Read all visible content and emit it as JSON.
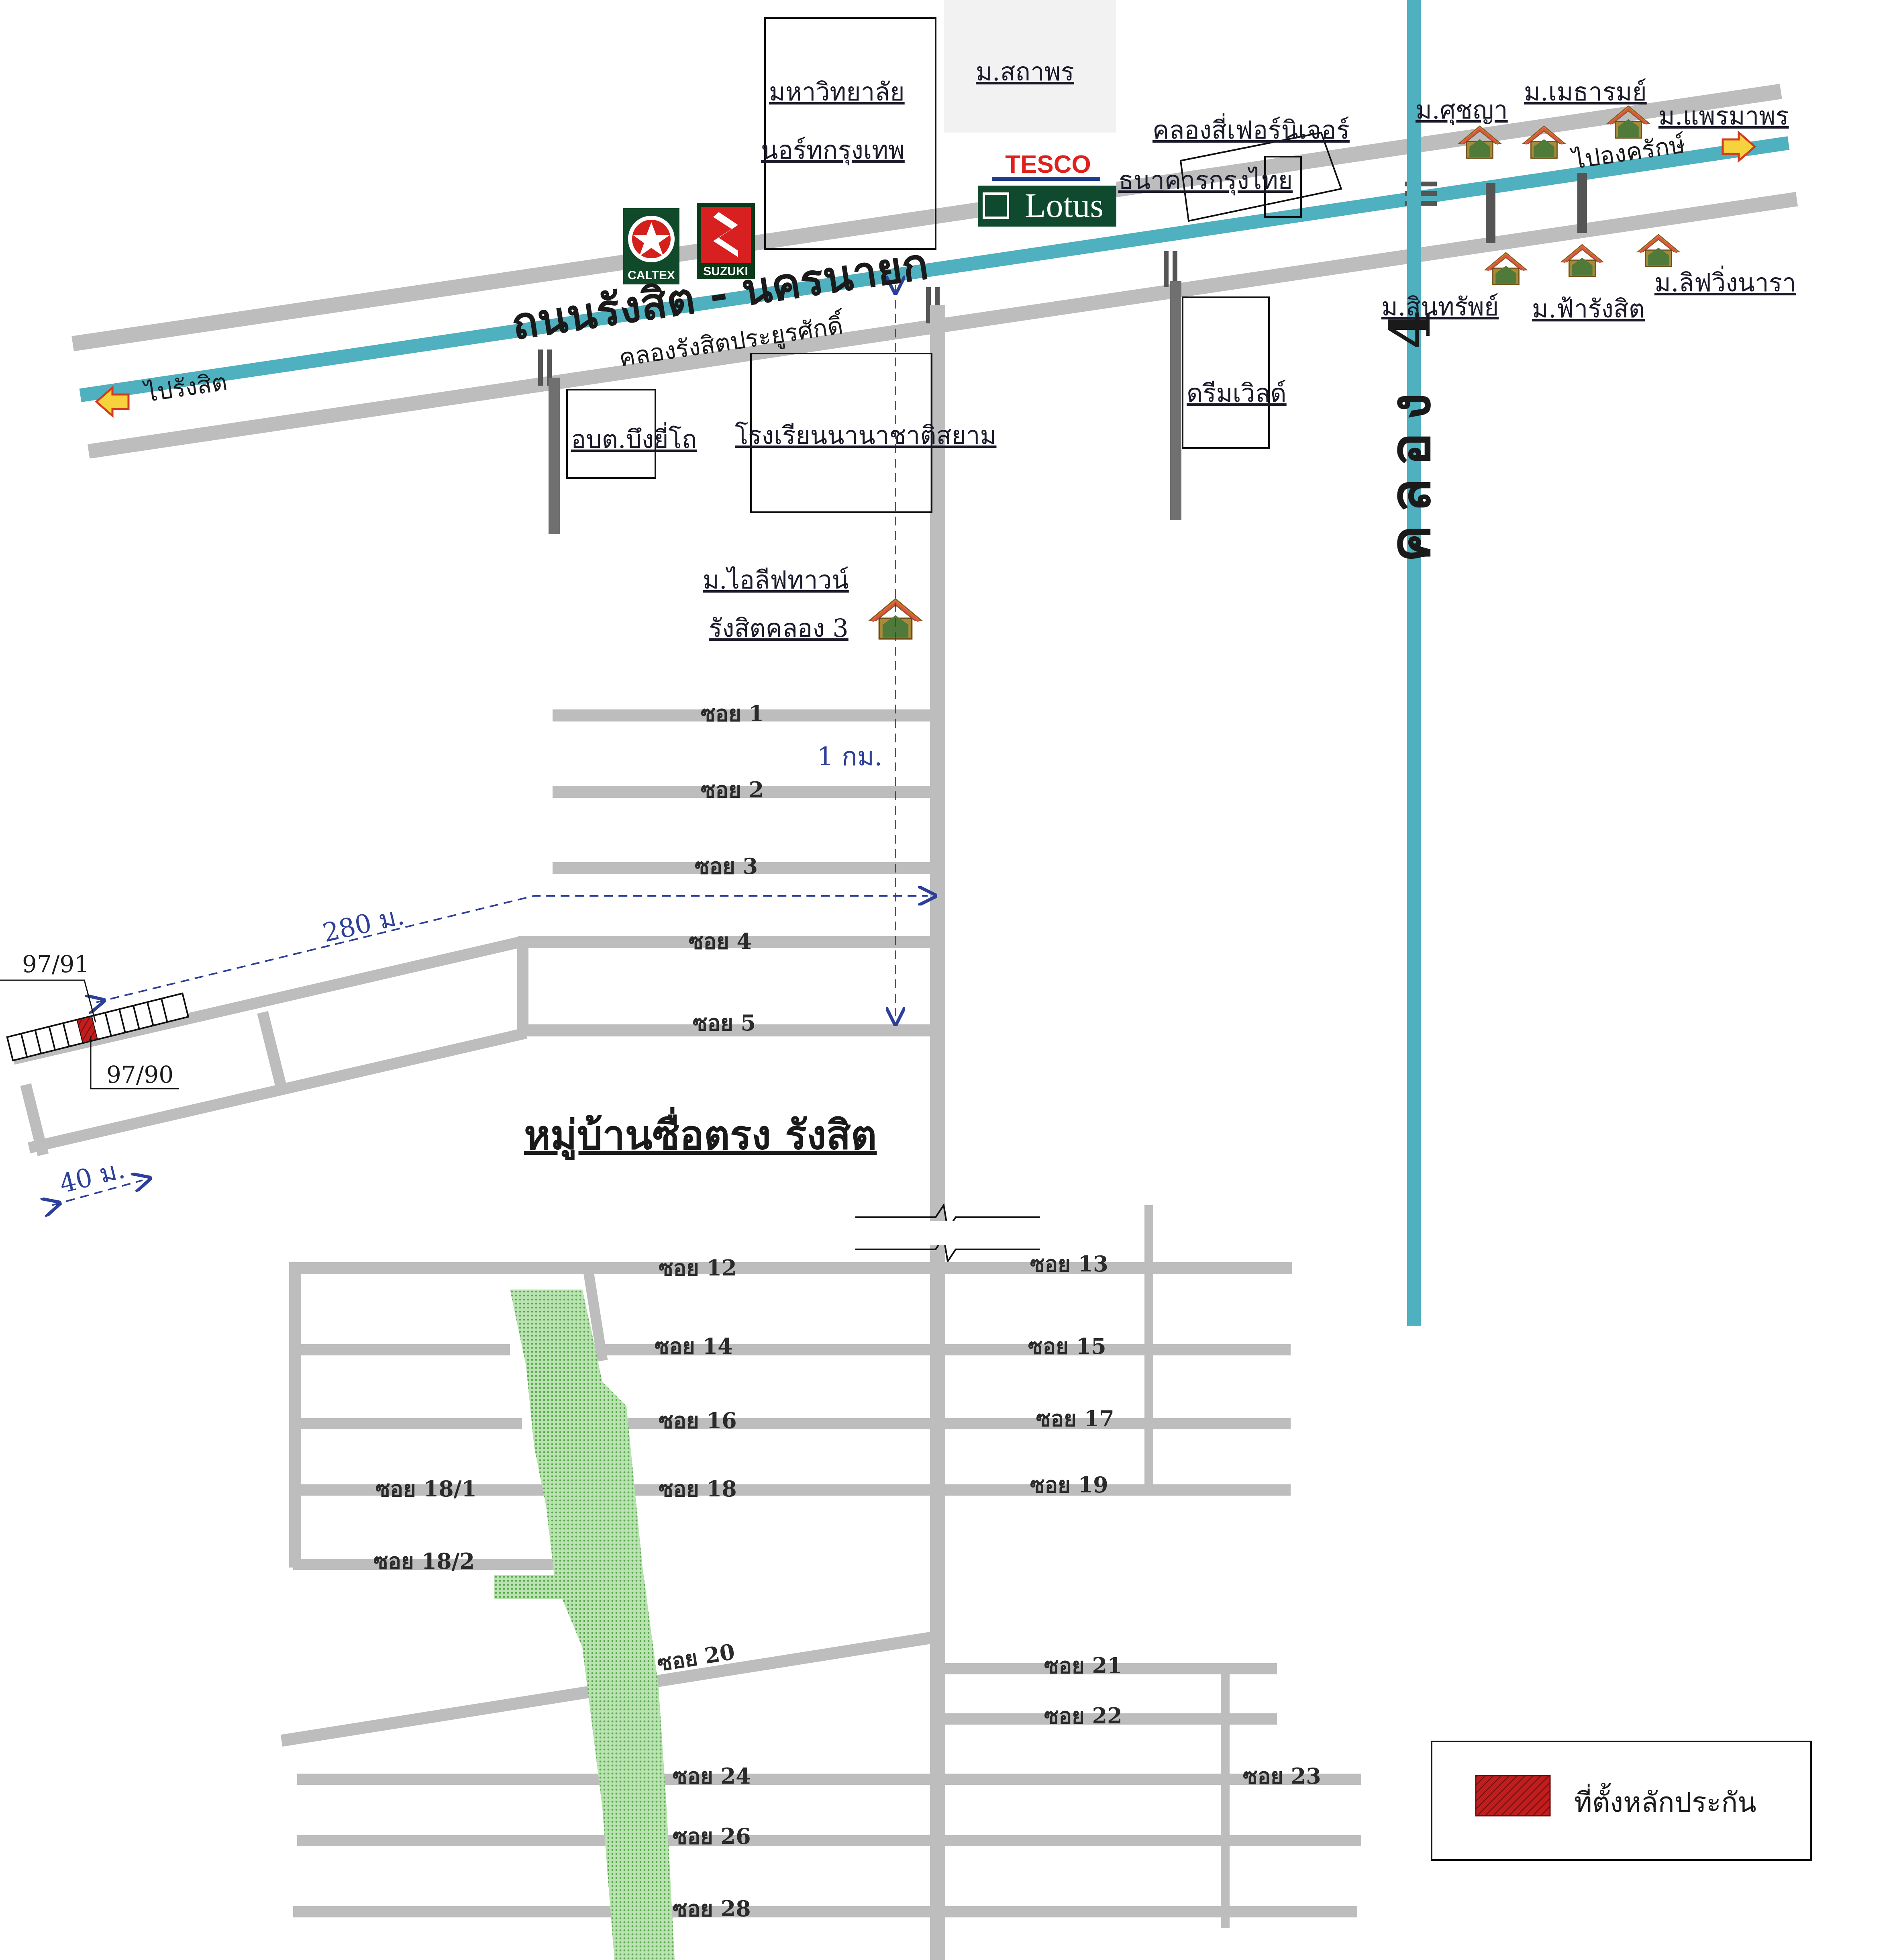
{
  "main_road": {
    "label": "ถนนรังสิต - นครนายก"
  },
  "canal": {
    "label": "คลองรังสิตประยูรศักดิ์"
  },
  "khlong4": {
    "label": "คลอง 4"
  },
  "directions": {
    "west": "ไปรังสิต",
    "east": "ไปองครักษ์"
  },
  "places": {
    "university_line1": "มหาวิทยาลัย",
    "university_line2": "นอร์ทกรุงเทพ",
    "sathaporn": "ม.สถาพร",
    "tesco": "TESCO",
    "lotus": "Lotus",
    "furniture": "คลองสี่เฟอร์นิเจอร์",
    "krungthai": "ธนาคารกรุงไทย",
    "obt": "อบต.บึงยี่โถ",
    "school": "โรงเรียนนานาชาติสยาม",
    "dreamworld": "ดรีมเวิลด์",
    "ilife_line1": "ม.ไอลีฟทาวน์",
    "ilife_line2": "รังสิตคลอง 3",
    "suchaya": "ม.ศุชญา",
    "methanom": "ม.เมธารมย์",
    "phraemaphorn": "ม.แพรมาพร",
    "sinsap": "ม.สินทรัพย์",
    "fa_rangsit": "ม.ฟ้ารังสิต",
    "living": "ม.ลิฟวิ่งนารา",
    "caltex": "CALTEX",
    "suzuki": "SUZUKI"
  },
  "distances": {
    "one_km": "1 กม.",
    "m280": "280 ม.",
    "m40": "40 ม."
  },
  "plots": {
    "p1": "97/91",
    "p2": "97/90"
  },
  "village": {
    "title": "หมู่บ้านซื่อตรง รังสิต"
  },
  "soi": {
    "s1": "ซอย 1",
    "s2": "ซอย 2",
    "s3": "ซอย 3",
    "s4": "ซอย 4",
    "s5": "ซอย 5",
    "s12": "ซอย 12",
    "s13": "ซอย 13",
    "s14": "ซอย 14",
    "s15": "ซอย 15",
    "s16": "ซอย 16",
    "s17": "ซอย 17",
    "s18_1": "ซอย 18/1",
    "s18": "ซอย 18",
    "s19": "ซอย 19",
    "s18_2": "ซอย 18/2",
    "s20": "ซอย 20",
    "s21": "ซอย 21",
    "s22": "ซอย 22",
    "s23": "ซอย 23",
    "s24": "ซอย 24",
    "s26": "ซอย 26",
    "s28": "ซอย 28"
  },
  "legend": {
    "collateral": "ที่ตั้งหลักประกัน"
  },
  "colors": {
    "road": "#bdbdbd",
    "canal": "#4fb0bf",
    "highlight_red": "#cc2222",
    "green_area": "#a6d99e",
    "blue_text": "#2c3f9a",
    "house_roof": "#b8860b"
  }
}
